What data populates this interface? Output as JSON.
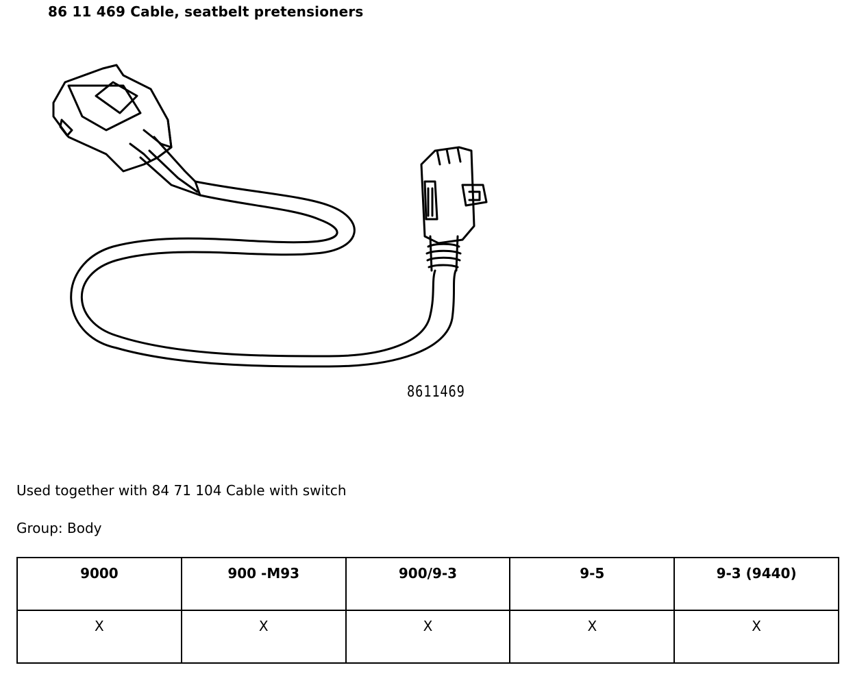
{
  "title": "86 11 469 Cable, seatbelt pretensioners",
  "illustration": {
    "part_code": "8611469"
  },
  "note": "Used together with 84 71 104 Cable with switch",
  "group": "Group: Body",
  "table": {
    "headers": [
      "9000",
      "900 -M93",
      "900/9-3",
      "9-5",
      "9-3 (9440)"
    ],
    "row": [
      "X",
      "X",
      "X",
      "X",
      "X"
    ]
  }
}
